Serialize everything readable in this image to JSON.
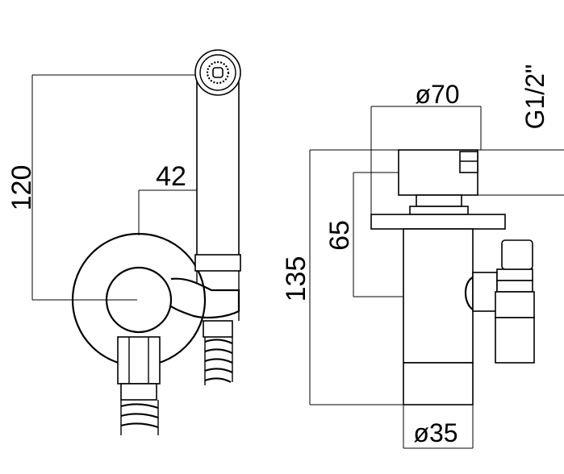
{
  "dimensions": {
    "height_120": "120",
    "width_42": "42",
    "diameter_70": "ø70",
    "thread": "G1/2\"",
    "height_135": "135",
    "height_65": "65",
    "diameter_35": "ø35"
  },
  "colors": {
    "line": "#000000",
    "background": "#ffffff"
  }
}
